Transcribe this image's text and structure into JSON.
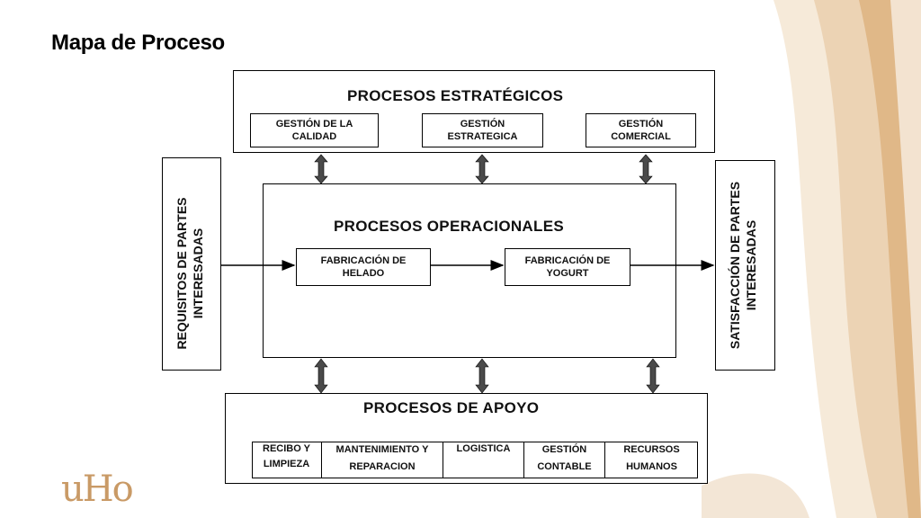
{
  "slide": {
    "title": "Mapa de Proceso",
    "logo_text": "uHo"
  },
  "strategic": {
    "heading": "PROCESOS ESTRATÉGICOS",
    "items": [
      {
        "line1": "GESTIÓN DE LA",
        "line2": "CALIDAD"
      },
      {
        "line1": "GESTIÓN",
        "line2": "ESTRATEGICA"
      },
      {
        "line1": "GESTIÓN",
        "line2": "COMERCIAL"
      }
    ]
  },
  "operational": {
    "heading": "PROCESOS OPERACIONALES",
    "items": [
      {
        "line1": "FABRICACIÓN DE",
        "line2": "HELADO"
      },
      {
        "line1": "FABRICACIÓN DE",
        "line2": "YOGURT"
      }
    ]
  },
  "input_side": {
    "line1": "REQUISITOS DE PARTES",
    "line2": "INTERESADAS"
  },
  "output_side": {
    "line1": "SATISFACCIÓN  DE PARTES",
    "line2": "INTERESADAS"
  },
  "support": {
    "heading": "PROCESOS DE APOYO",
    "items": [
      {
        "line1": "RECIBO  Y",
        "line2": "LIMPIEZA"
      },
      {
        "line1": "MANTENIMIENTO Y",
        "line2": "REPARACION"
      },
      {
        "line1": "LOGISTICA",
        "line2": ""
      },
      {
        "line1": "GESTIÓN",
        "line2": "CONTABLE"
      },
      {
        "line1": "RECURSOS",
        "line2": "HUMANOS"
      }
    ]
  },
  "colors": {
    "decor_light": "#f3e3d0",
    "decor_mid": "#e2bf95",
    "decor_dark": "#c9935a",
    "arrow_fill": "#4a4a4a"
  }
}
